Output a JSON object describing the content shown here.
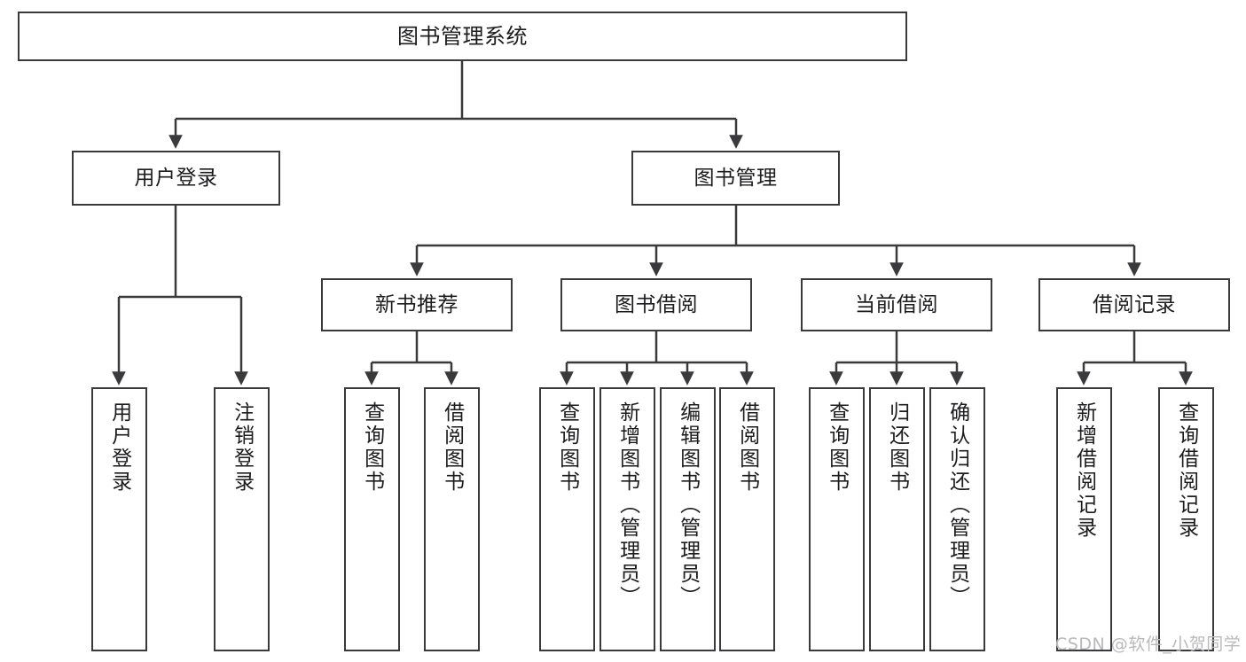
{
  "diagram": {
    "title": "图书管理系统",
    "type": "tree-hierarchy-chart",
    "colors": {
      "box_border": "#3a3a3c",
      "box_fill": "#ffffff",
      "connector": "#3a3a3c",
      "text": "#1c1c1e",
      "watermark": "#b9b9bb"
    }
  },
  "root": {
    "label": "图书管理系统"
  },
  "level2": [
    {
      "label": "用户登录"
    },
    {
      "label": "图书管理"
    }
  ],
  "level3": [
    {
      "label": "新书推荐"
    },
    {
      "label": "图书借阅"
    },
    {
      "label": "当前借阅"
    },
    {
      "label": "借阅记录"
    }
  ],
  "leaves": {
    "user_login": [
      {
        "label": "用户登录"
      },
      {
        "label": "注销登录"
      }
    ],
    "new_book_recommend": [
      {
        "label": "查询图书"
      },
      {
        "label": "借阅图书"
      }
    ],
    "book_borrow": [
      {
        "label": "查询图书"
      },
      {
        "label": "新增图书（管理员）"
      },
      {
        "label": "编辑图书（管理员）"
      },
      {
        "label": "借阅图书"
      }
    ],
    "current_borrow": [
      {
        "label": "查询图书"
      },
      {
        "label": "归还图书"
      },
      {
        "label": "确认归还（管理员）"
      }
    ],
    "borrow_record": [
      {
        "label": "新增借阅记录"
      },
      {
        "label": "查询借阅记录"
      }
    ]
  },
  "watermark": {
    "text": "CSDN @软件_小贺同学"
  }
}
